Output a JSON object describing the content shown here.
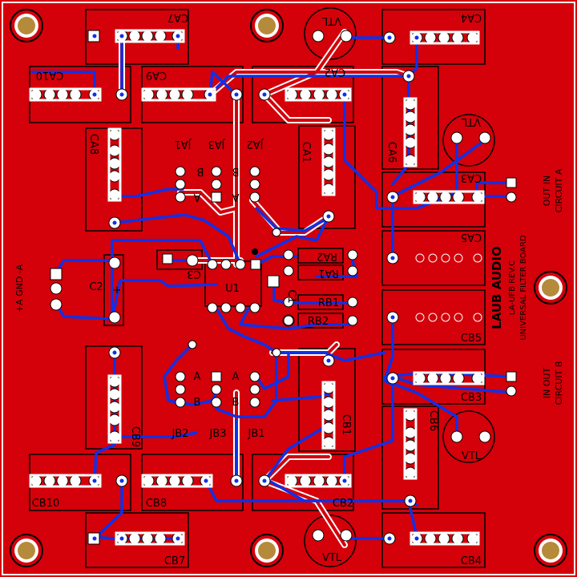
{
  "board": {
    "brand": "LAUB AUDIO",
    "model": "LA-UFB REV.C",
    "name": "UNIVERSAL FILTER BOARD",
    "colors": {
      "copper": "#d4000a",
      "outline": "#ffffff",
      "trace": "#1030e8",
      "pad": "#ffffff",
      "silk": "#000000",
      "hole": "#b58a3a"
    }
  },
  "connectors": {
    "power": "+A   GND  -A",
    "circuit_a": "OUT   IN",
    "circuit_a_title": "CIRCUIT A",
    "circuit_b": "IN    OUT",
    "circuit_b_title": "CIRCUIT B"
  },
  "labels": {
    "ca7": "CA7",
    "ca10": "CA10",
    "ca8": "CA8",
    "ca9": "CA9",
    "ca1": "CA1",
    "ca2": "CA2",
    "ca3": "CA3",
    "ca4": "CA4",
    "ca5": "CA5",
    "ca6": "CA6",
    "cb1": "CB1",
    "cb2": "CB2",
    "cb3": "CB3",
    "cb4": "CB4",
    "cb5": "CB5",
    "cb6": "CB6",
    "cb7": "CB7",
    "cb8": "CB8",
    "cb9": "CB9",
    "cb10": "CB10",
    "ja1": "JA1",
    "ja2": "JA2",
    "ja3": "JA3",
    "jb1": "JB1",
    "jb2": "JB2",
    "jb3": "JB3",
    "a": "A",
    "b": "B",
    "u1": "U1",
    "c1": "C1",
    "c2": "C2",
    "c3": "C3",
    "ra1": "RA1",
    "ra2": "RA2",
    "rb1": "RB1",
    "rb2": "RB2",
    "vtl": "VTL",
    "plus": "+"
  }
}
